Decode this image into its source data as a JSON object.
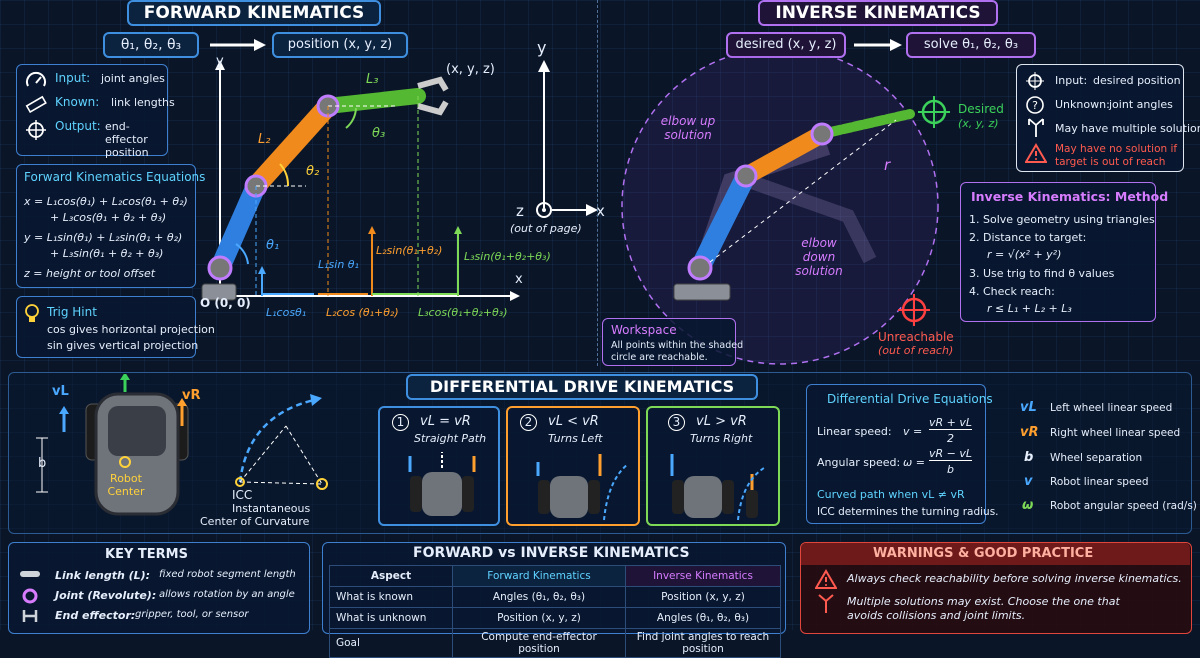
{
  "fk": {
    "title": "FORWARD KINEMATICS",
    "input_formula": "θ₁, θ₂, θ₃",
    "output_formula": "position (x, y, z)",
    "info": [
      {
        "label": "Input:",
        "value": "joint angles"
      },
      {
        "label": "Known:",
        "value": "link lengths"
      },
      {
        "label": "Output:",
        "value": "end-effector position"
      }
    ],
    "eq_title": "Forward Kinematics Equations",
    "eq_lines": [
      "x = L₁cos(θ₁) + L₂cos(θ₁ + θ₂)",
      "+ L₃cos(θ₁ + θ₂ + θ₃)",
      "y = L₁sin(θ₁) + L₂sin(θ₁ + θ₂)",
      "+ L₃sin(θ₁ + θ₂ + θ₃)",
      "z = height  or  tool offset"
    ],
    "hint_title": "Trig Hint",
    "hint_lines": [
      "cos gives horizontal projection",
      "sin gives vertical projection"
    ],
    "diagram": {
      "y_axis": "y",
      "x_axis": "x",
      "origin": "O (0, 0)",
      "end_label": "(x, y, z)",
      "L1": "L₁",
      "L2": "L₂",
      "L3": "L₃",
      "t1": "θ₁",
      "t2": "θ₂",
      "t3": "θ₃",
      "l1sin": "L₁sin θ₁",
      "l2sin": "L₂sin(θ₁+θ₂)",
      "l3sin": "L₃sin(θ₁+θ₂+θ₃)",
      "l1cos": "L₁cosθ₁",
      "l2cos": "L₂cos (θ₁+θ₂)",
      "l3cos": "L₃cos(θ₁+θ₂+θ₃)"
    }
  },
  "axes3d": {
    "y": "y",
    "z": "z",
    "x": "x",
    "note": "(out of page)"
  },
  "ik": {
    "title": "INVERSE KINEMATICS",
    "input_formula": "desired (x, y, z)",
    "output_formula": "solve  θ₁, θ₂, θ₃",
    "info": [
      {
        "label": "Input:",
        "value": "desired position"
      },
      {
        "label": "Unknown:",
        "value": "joint angles"
      },
      {
        "label": "",
        "value": "May have multiple solutions"
      }
    ],
    "warn": "May have no solution if target is out of reach",
    "method_title": "Inverse Kinematics: Method",
    "method_lines": [
      "1. Solve geometry using triangles",
      "2. Distance to target:",
      "r = √(x² + y²)",
      "3. Use trig to find θ values",
      "4. Check reach:",
      "r ≤ L₁ + L₂ + L₃"
    ],
    "diagram": {
      "elbow_up": "elbow up solution",
      "elbow_down": "elbow down solution",
      "desired": "Desired",
      "desired_xyz": "(x, y, z)",
      "r": "r",
      "unreachable": "Unreachable",
      "unreachable_note": "(out of reach)"
    },
    "workspace_title": "Workspace",
    "workspace_lines": [
      "All points within the shaded",
      "circle are reachable."
    ]
  },
  "dd": {
    "title": "DIFFERENTIAL DRIVE KINEMATICS",
    "vl": "vL",
    "vr": "vR",
    "b": "b",
    "robot_center": "Robot Center",
    "icc": "ICC",
    "icc_note": [
      "Instantaneous",
      "Center of Curvature"
    ],
    "cases": [
      {
        "num": "1",
        "cond": "vL = vR",
        "label": "Straight Path",
        "color": "#3f8fe0"
      },
      {
        "num": "2",
        "cond": "vL < vR",
        "label": "Turns Left",
        "color": "#ff9f2e"
      },
      {
        "num": "3",
        "cond": "vL > vR",
        "label": "Turns Right",
        "color": "#7ed957"
      }
    ],
    "eq_title": "Differential Drive Equations",
    "linear_label": "Linear speed:",
    "linear_lhs": "v =",
    "linear_num": "vR + vL",
    "linear_den": "2",
    "angular_label": "Angular speed:",
    "angular_lhs": "ω =",
    "angular_num": "vR − vL",
    "angular_den": "b",
    "curved": "Curved path when  vL ≠ vR",
    "icc_line": "ICC determines the turning radius.",
    "legend": [
      {
        "sym": "vL",
        "desc": "Left wheel linear speed",
        "color": "#4aa8ff"
      },
      {
        "sym": "vR",
        "desc": "Right wheel linear speed",
        "color": "#ff9f2e"
      },
      {
        "sym": "b",
        "desc": "Wheel separation",
        "color": "#ffffff"
      },
      {
        "sym": "v",
        "desc": "Robot linear speed",
        "color": "#4aa8ff"
      },
      {
        "sym": "ω",
        "desc": "Robot angular speed (rad/s)",
        "color": "#7ed957"
      }
    ]
  },
  "terms": {
    "title": "KEY TERMS",
    "items": [
      {
        "term": "Link length (L):",
        "desc": "fixed robot segment length"
      },
      {
        "term": "Joint (Revolute):",
        "desc": "allows rotation by an angle"
      },
      {
        "term": "End effector:",
        "desc": "gripper, tool, or sensor"
      }
    ]
  },
  "compare": {
    "title": "FORWARD vs INVERSE KINEMATICS",
    "headers": [
      "Aspect",
      "Forward Kinematics",
      "Inverse Kinematics"
    ],
    "rows": [
      [
        "What is known",
        "Angles (θ₁, θ₂, θ₃)",
        "Position (x, y, z)"
      ],
      [
        "What is unknown",
        "Position (x, y, z)",
        "Angles (θ₁, θ₂, θ₃)"
      ],
      [
        "Goal",
        "Compute end-effector position",
        "Find joint angles to reach position"
      ]
    ]
  },
  "warnings": {
    "title": "WARNINGS & GOOD PRACTICE",
    "items": [
      "Always check reachability before solving inverse kinematics.",
      "Multiple solutions may exist. Choose the one that avoids collisions and joint limits."
    ]
  }
}
